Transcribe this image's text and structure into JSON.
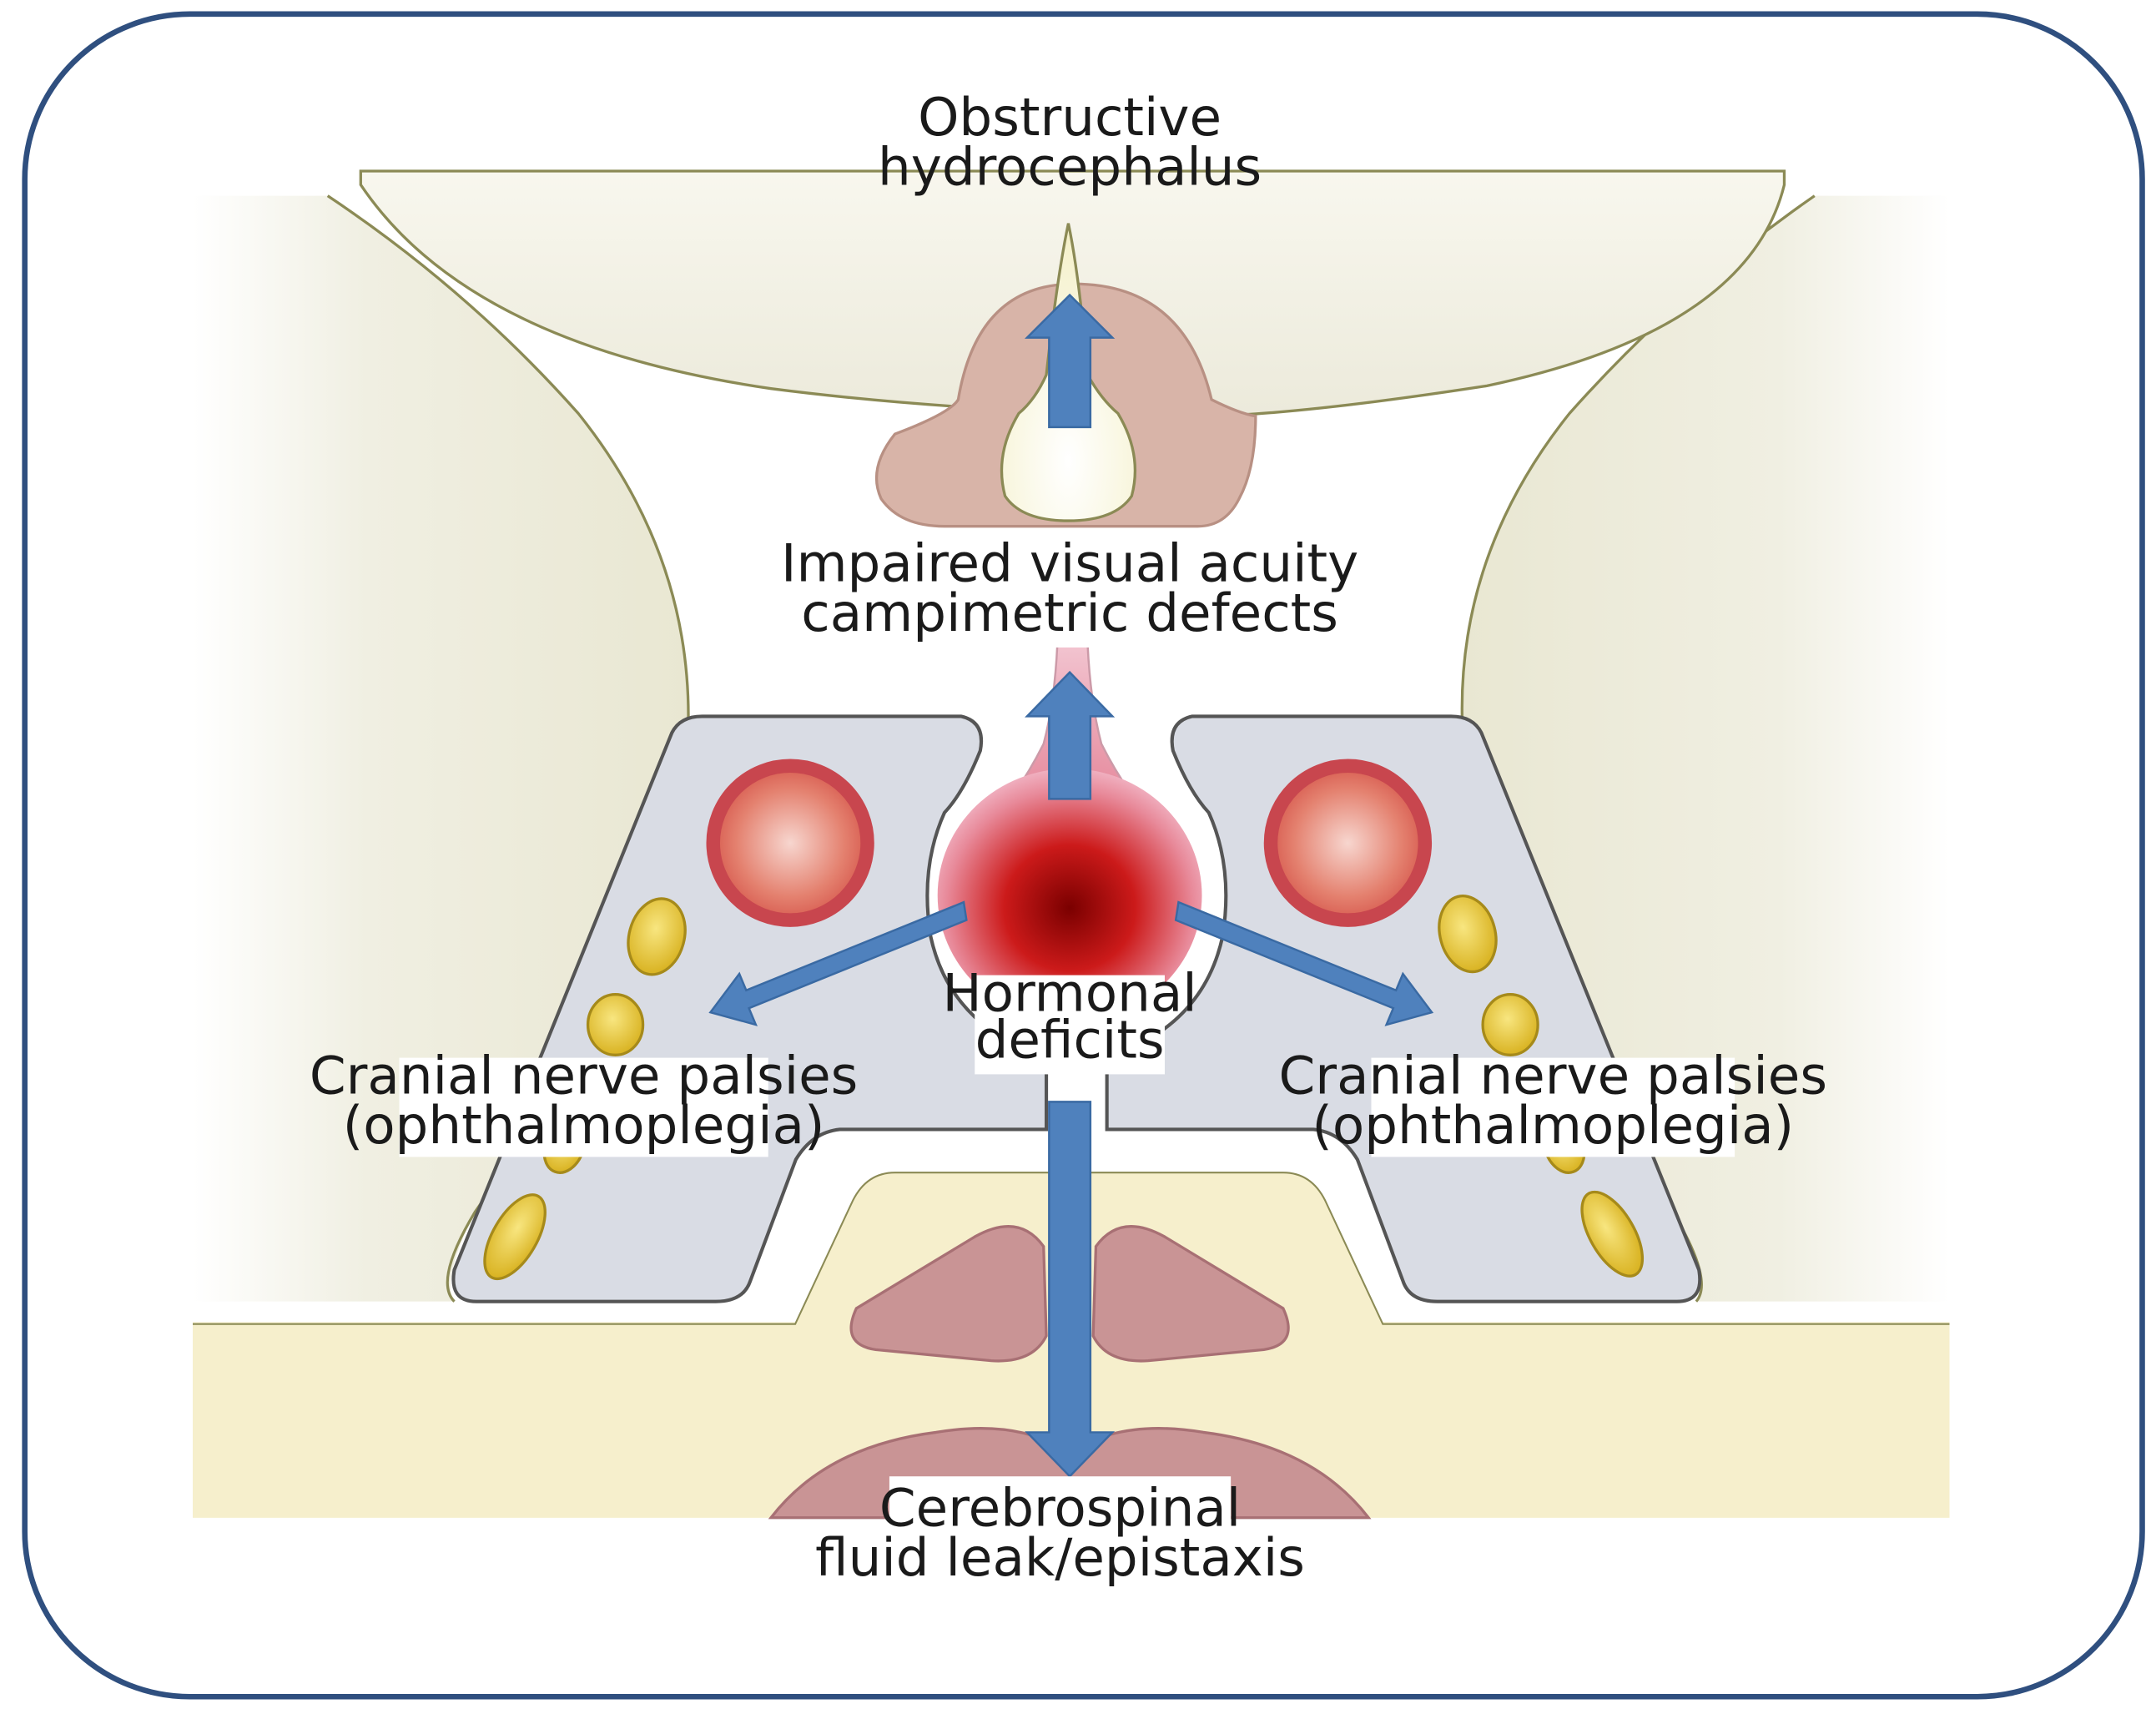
{
  "labels": {
    "hydrocephalus": [
      "Obstructive",
      "hydrocephalus"
    ],
    "visual": [
      "Impaired visual acuity",
      "campimetric defects"
    ],
    "hormonal": [
      "Hormonal",
      "deficits"
    ],
    "cranial_left": [
      "Cranial nerve palsies",
      "(ophthalmoplegia)"
    ],
    "cranial_right": [
      "Cranial nerve palsies",
      "(ophthalmoplegia)"
    ],
    "csf": [
      "Cerebrospinal",
      "fluid leak/epistaxis"
    ]
  },
  "colors": {
    "frame": "#2f4f7f",
    "arrow": "#4f81bd",
    "arrow_edge": "#3a6aa3",
    "brain": "#efeee0",
    "brain_edge": "#8b8a55",
    "bone": "#f6efcc",
    "sinus": "#d9dce4",
    "sinus_edge": "#555555",
    "chiasm": "#d8b4a8",
    "artery": "#e06a5c",
    "artery_ring": "#c8464e",
    "nerve": "#e6c43a",
    "nerve_edge": "#a68a1a",
    "tumor": "#a00000",
    "pink_tissue": "#c99495"
  }
}
